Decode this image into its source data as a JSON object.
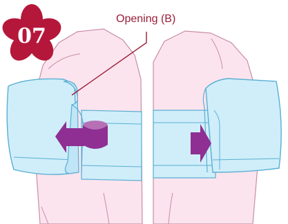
{
  "step": {
    "number": "07",
    "badge_color": "#b5173b"
  },
  "callout": {
    "label": "Opening (B)",
    "color": "#9a1d37"
  },
  "colors": {
    "kimono": "#fbe4ee",
    "kimono_outline": "#c98ca6",
    "band": "#cfeefa",
    "band_outline": "#5aaed3",
    "arrow": "#8f2e93"
  },
  "icons": {
    "left_arrow": "curved-arrow-left",
    "right_arrow": "arrow-right"
  }
}
